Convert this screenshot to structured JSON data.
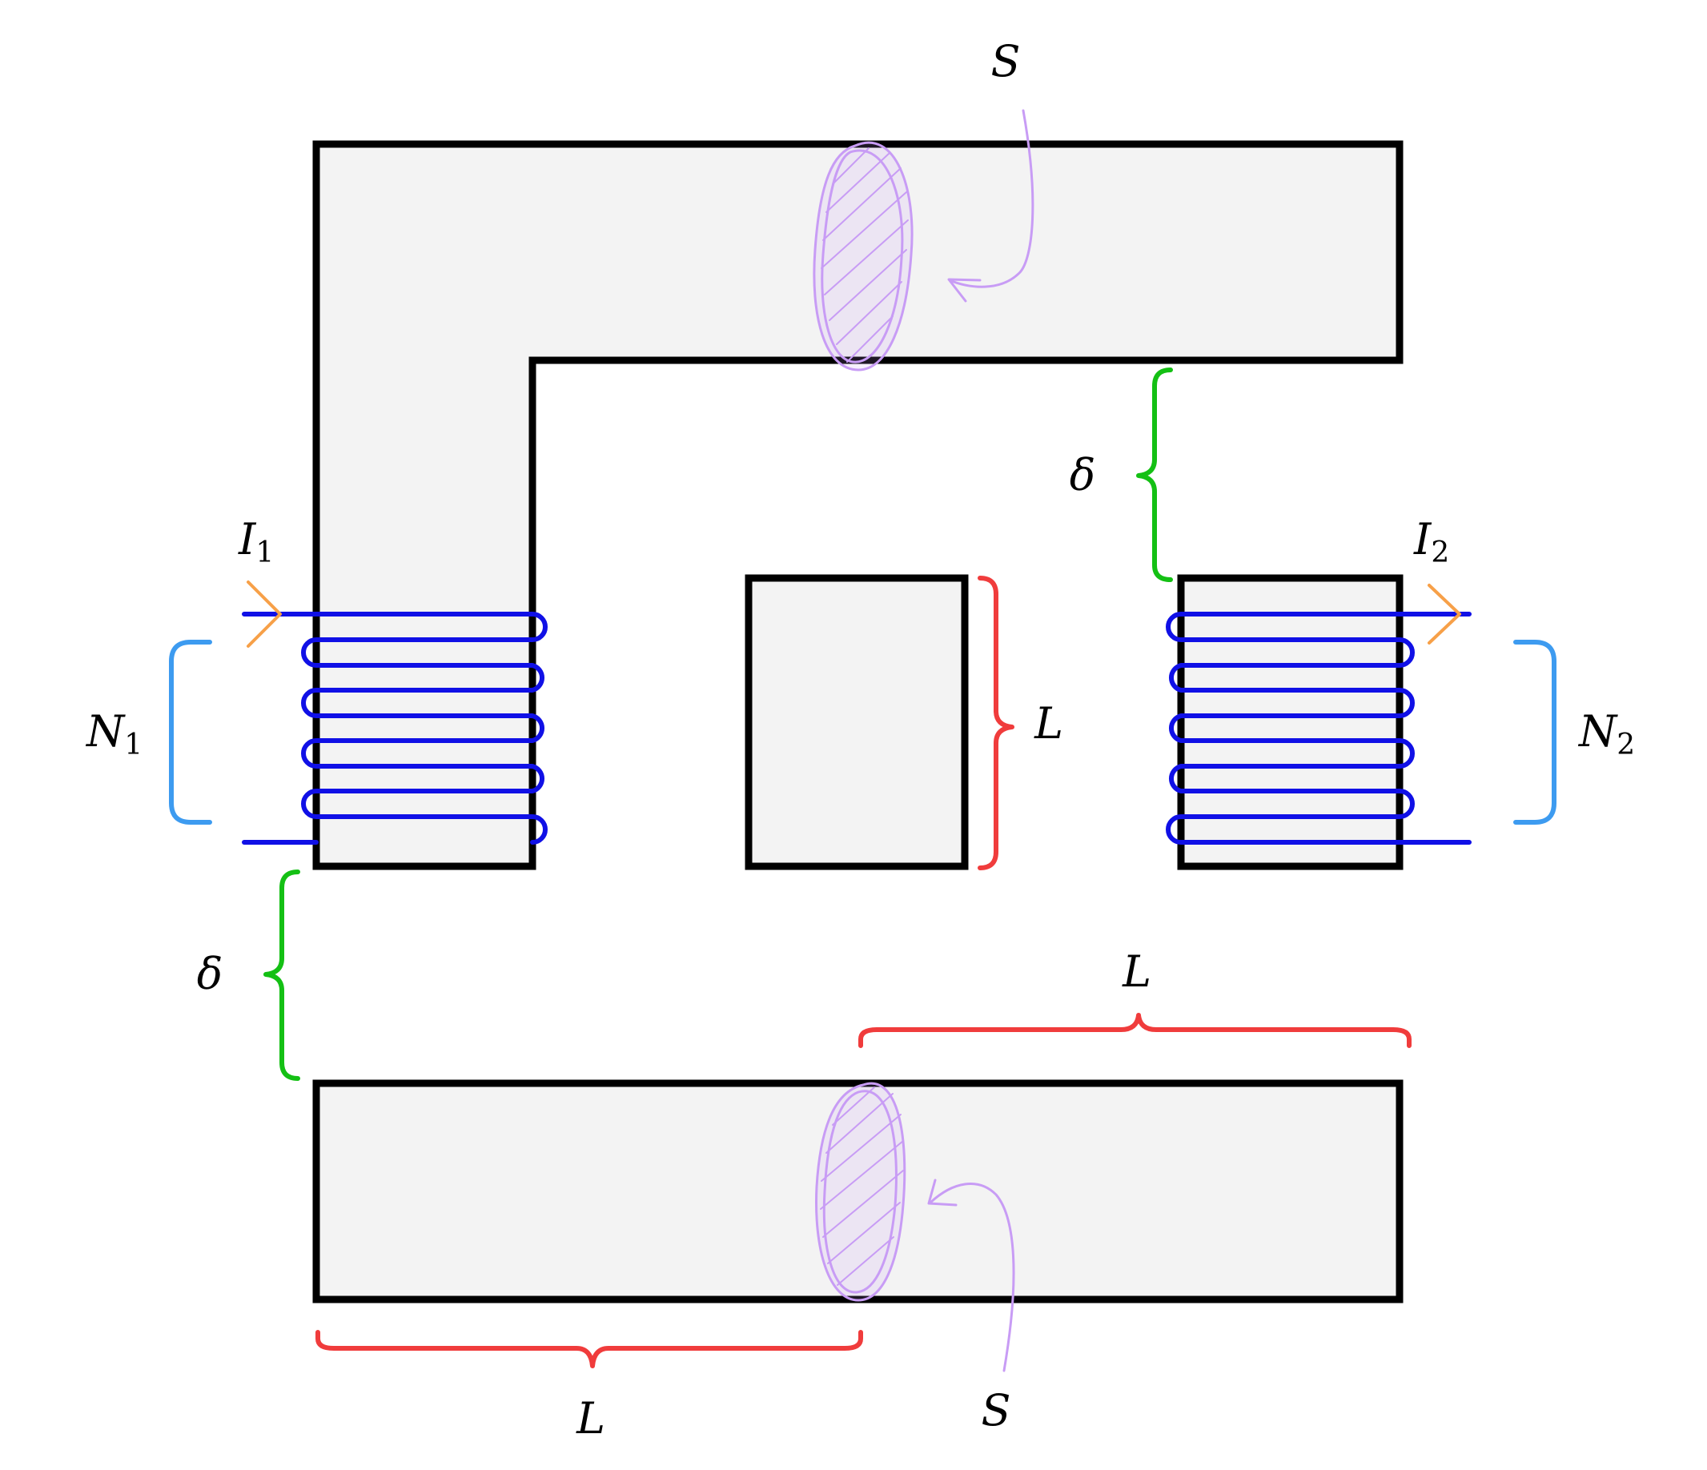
{
  "labels": {
    "section_top": {
      "text": "S"
    },
    "section_bottom": {
      "text": "S"
    },
    "gap_right": {
      "text": "δ"
    },
    "gap_left": {
      "text": "δ"
    },
    "current_1": {
      "text": "I",
      "sub": "1"
    },
    "current_2": {
      "text": "I",
      "sub": "2"
    },
    "turns_1": {
      "text": "N",
      "sub": "1"
    },
    "turns_2": {
      "text": "N",
      "sub": "2"
    },
    "length_center": {
      "text": "L"
    },
    "length_bottom_right": {
      "text": "L"
    },
    "length_bottom_left": {
      "text": "L"
    }
  },
  "colors": {
    "core_fill": "#f3f3f3",
    "core_outline": "#000000",
    "winding": "#1010e6",
    "turns_brace": "#3d9bf0",
    "gap_brace": "#14c014",
    "length_brace": "#f03c3c",
    "current_arrow": "#f7a048",
    "cross_section": "#c89cf5"
  }
}
